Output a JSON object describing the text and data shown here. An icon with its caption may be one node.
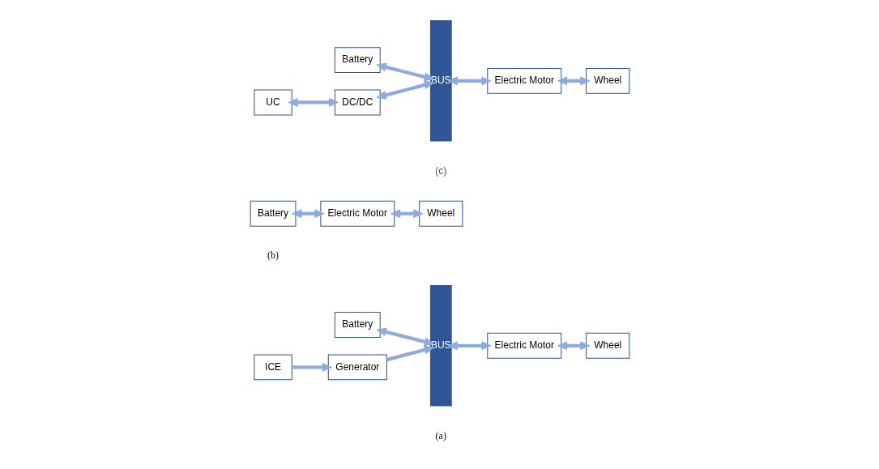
{
  "diagram": {
    "nodes": [
      {
        "text": [
          "BUS"
        ]
      },
      {
        "text": [
          "Battery"
        ]
      },
      {
        "text": [
          "Electric Motor"
        ]
      },
      {
        "text": [
          "Wheel"
        ]
      },
      {
        "text": [
          "ICE"
        ]
      },
      {
        "text": [
          "Generator"
        ]
      },
      {
        "text": [
          "Battery"
        ]
      },
      {
        "text": [
          "Electric Motor"
        ]
      },
      {
        "text": [
          "Wheel"
        ]
      },
      {
        "text": [
          "BUS"
        ]
      },
      {
        "text": [
          "Battery"
        ]
      },
      {
        "text": [
          "Electric Motor"
        ]
      },
      {
        "text": [
          "Wheel"
        ]
      },
      {
        "text": [
          "UC"
        ]
      },
      {
        "text": [
          "DC/DC"
        ]
      }
    ],
    "edges": [
      {
        "from": 1,
        "to": 0,
        "arrow": "both"
      },
      {
        "from": 0,
        "to": 2,
        "arrow": "both"
      },
      {
        "from": 2,
        "to": 3,
        "arrow": "both"
      },
      {
        "from": 4,
        "to": 5,
        "arrow": "to"
      },
      {
        "from": 5,
        "to": 0,
        "arrow": "to"
      },
      {
        "from": 6,
        "to": 7,
        "arrow": "both"
      },
      {
        "from": 7,
        "to": 8,
        "arrow": "both"
      },
      {
        "from": 10,
        "to": 9,
        "arrow": "both"
      },
      {
        "from": 9,
        "to": 11,
        "arrow": "both"
      },
      {
        "from": 11,
        "to": 12,
        "arrow": "both"
      },
      {
        "from": 13,
        "to": 14,
        "arrow": "both"
      },
      {
        "from": 14,
        "to": 9,
        "arrow": "both"
      }
    ],
    "labels": [
      "(a)",
      "(b)",
      "(c)"
    ]
  }
}
